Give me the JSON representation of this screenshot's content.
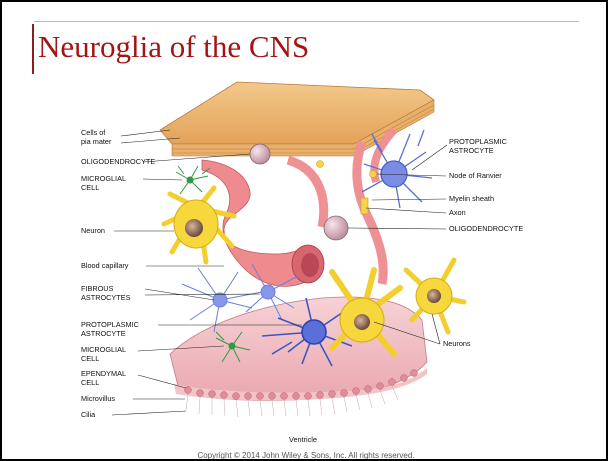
{
  "slide": {
    "title": "Neuroglia of the CNS",
    "copyright": "Copyright © 2014 John Wiley & Sons, Inc. All rights reserved."
  },
  "figure": {
    "labels_left": {
      "cells_pia": "Cells of\npia mater",
      "oligodendrocyte": "OLIGODENDROCYTE",
      "microglial_top": "MICROGLIAL\nCELL",
      "neuron": "Neuron",
      "blood_capillary": "Blood capillary",
      "fibrous_astrocytes": "FIBROUS\nASTROCYTES",
      "protoplasmic_astrocyte": "PROTOPLASMIC\nASTROCYTE",
      "microglial_bottom": "MICROGLIAL\nCELL",
      "ependymal": "EPENDYMAL\nCELL",
      "microvillus": "Microvillus",
      "cilia": "Cilia"
    },
    "labels_right": {
      "protoplasmic_astrocyte": "PROTOPLASMIC\nASTROCYTE",
      "node_of_ranvier": "Node of Ranvier",
      "myelin_sheath": "Myelin sheath",
      "axon": "Axon",
      "oligodendrocyte": "OLIGODENDROCYTE",
      "neurons": "Neurons"
    },
    "ventricle": "Ventricle"
  }
}
